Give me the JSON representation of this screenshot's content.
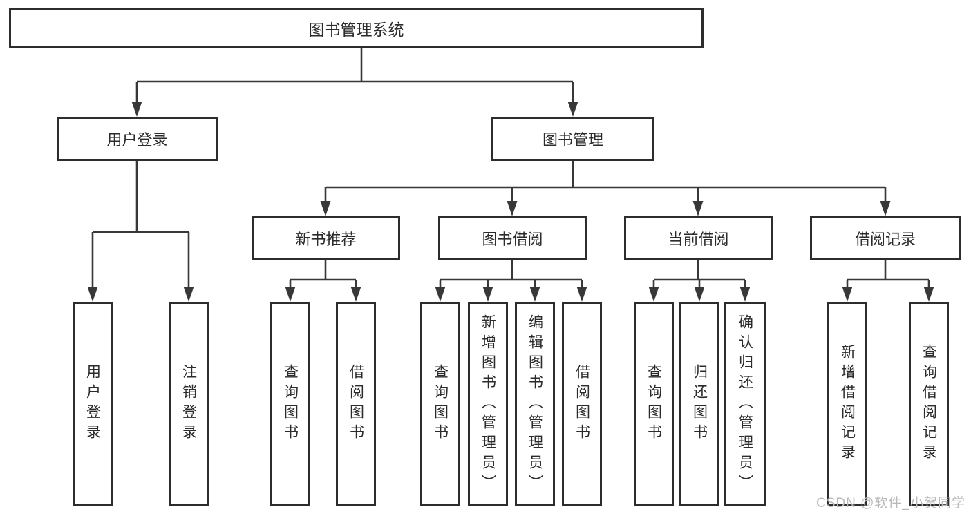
{
  "title": "图书管理系统",
  "tree": {
    "root": "图书管理系统",
    "children": [
      {
        "label": "用户登录",
        "children": [
          "用户登录",
          "注销登录"
        ]
      },
      {
        "label": "图书管理",
        "children": [
          {
            "label": "新书推荐",
            "children": [
              "查询图书",
              "借阅图书"
            ]
          },
          {
            "label": "图书借阅",
            "children": [
              "查询图书",
              "新增图书（管理员）",
              "编辑图书（管理员）",
              "借阅图书"
            ]
          },
          {
            "label": "当前借阅",
            "children": [
              "查询图书",
              "归还图书",
              "确认归还（管理员）"
            ]
          },
          {
            "label": "借阅记录",
            "children": [
              "新增借阅记录",
              "查询借阅记录"
            ]
          }
        ]
      }
    ]
  },
  "watermark": "CSDN @软件_小贺同学",
  "colors": {
    "background": "#ffffff",
    "line": "#383838",
    "box_border": "#2d2d2d",
    "text": "#2b2b2b",
    "watermark": "#b9b9b9"
  }
}
